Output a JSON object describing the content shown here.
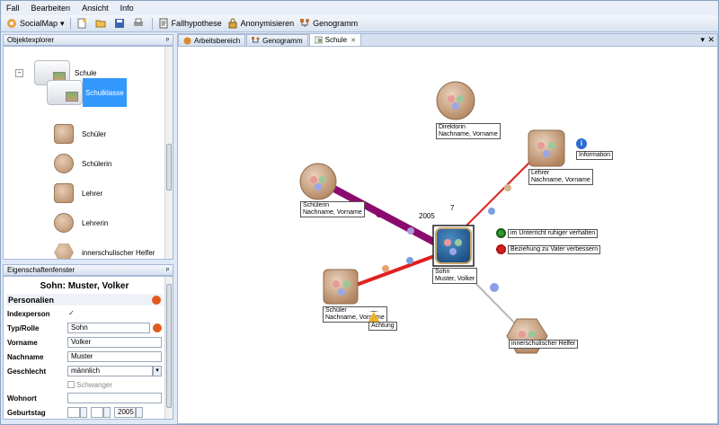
{
  "menu": {
    "items": [
      "Fall",
      "Bearbeiten",
      "Ansicht",
      "Info"
    ]
  },
  "toolbar": {
    "app_label": "SocialMap",
    "fallhypothese": "Fallhypothese",
    "anonymisieren": "Anonymisieren",
    "genogramm": "Genogramm"
  },
  "explorer": {
    "title": "Objektexplorer",
    "pin": "ᵖ",
    "items": [
      "Schule",
      "Schulklasse",
      "Schüler",
      "Schülerin",
      "Lehrer",
      "Lehrerin",
      "innerschulischer Helfer"
    ]
  },
  "props": {
    "title": "Eigenschaftenfenster",
    "pin": "ᵖ",
    "heading": "Sohn: Muster, Volker",
    "section": "Personalien",
    "labels": {
      "index": "Indexperson",
      "rolle": "Typ/Rolle",
      "vorname": "Vorname",
      "nachname": "Nachname",
      "geschlecht": "Geschlecht",
      "wohnort": "Wohnort",
      "geburtstag": "Geburtstag"
    },
    "values": {
      "index_check": "✓",
      "rolle": "Sohn",
      "vorname": "Volker",
      "nachname": "Muster",
      "geschlecht": "männlich",
      "schwanger": "Schwanger",
      "wohnort": "",
      "geburtsjahr": "2005"
    }
  },
  "tabs": [
    {
      "label": "Arbeitsbereich"
    },
    {
      "label": "Genogramm"
    },
    {
      "label": "Schule",
      "close": "✕"
    }
  ],
  "doc_controls": {
    "dropdown": "▾",
    "close": "✕"
  },
  "canvas": {
    "nodes": {
      "direktorin": {
        "line1": "Direktorin",
        "line2": "Nachname, Vorname"
      },
      "lehrer": {
        "line1": "Lehrer",
        "line2": "Nachname, Vorname"
      },
      "schuelerin": {
        "line1": "Schülerin",
        "line2": "Nachname, Vorname"
      },
      "sohn": {
        "line1": "Sohn",
        "line2": "Muster, Volker"
      },
      "schueler": {
        "line1": "Schüler",
        "line2": "Nachname, Vorname"
      },
      "helfer": {
        "line1": "innerschulischer Helfer"
      }
    },
    "edge_labels": {
      "year": "2005",
      "count": "7"
    },
    "tags": {
      "information": "Information",
      "ruhiger": "im Unterricht ruhiger verhalten",
      "vater": "Beziehung zu Vater verbessern",
      "achtung": "Achtung"
    },
    "colors": {
      "strong": "#8b0a6e",
      "negative": "#e02020",
      "neutral": "#b8b8b8",
      "accent": "#3a70c8"
    }
  }
}
